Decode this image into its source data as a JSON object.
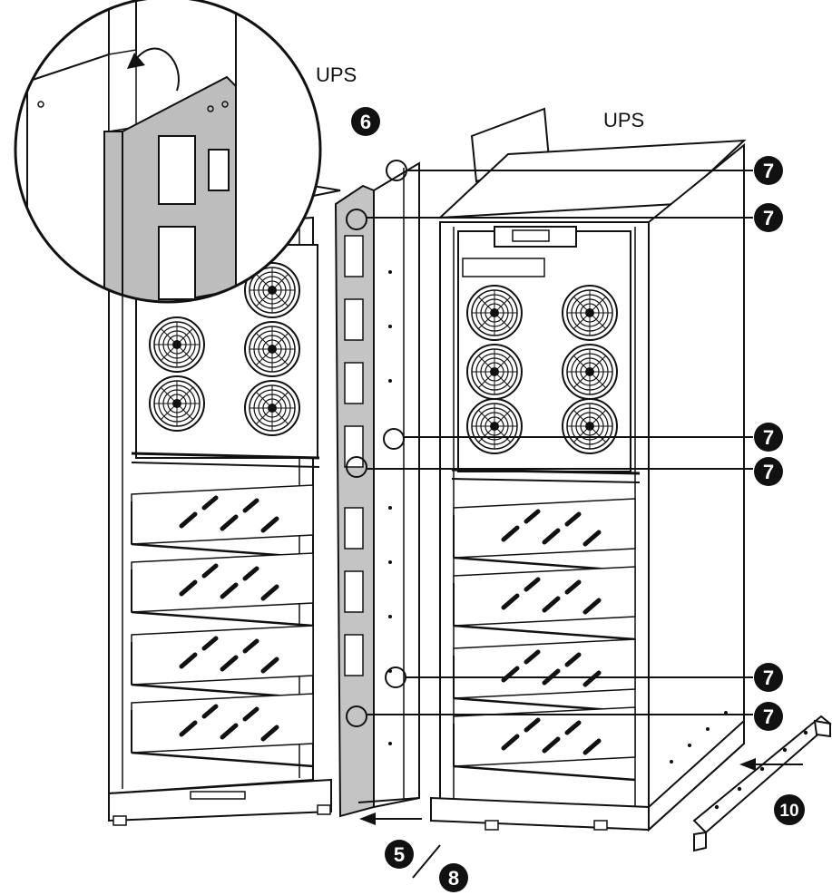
{
  "labels": {
    "ups_left": "UPS",
    "ups_right": "UPS"
  },
  "callouts": {
    "step_6": "6",
    "step_7a": "7",
    "step_7b": "7",
    "step_7c": "7",
    "step_7d": "7",
    "step_7e": "7",
    "step_7f": "7",
    "step_5": "5",
    "step_8": "8",
    "step_10": "10"
  },
  "icons": {
    "badge": "filled-circle-number",
    "arrow": "left-arrow",
    "magnifier": "zoom-detail-circle"
  },
  "colors": {
    "line": "#111111",
    "badge_fill": "#111111",
    "bracket_fill": "#bdbdbd",
    "background": "#ffffff"
  }
}
